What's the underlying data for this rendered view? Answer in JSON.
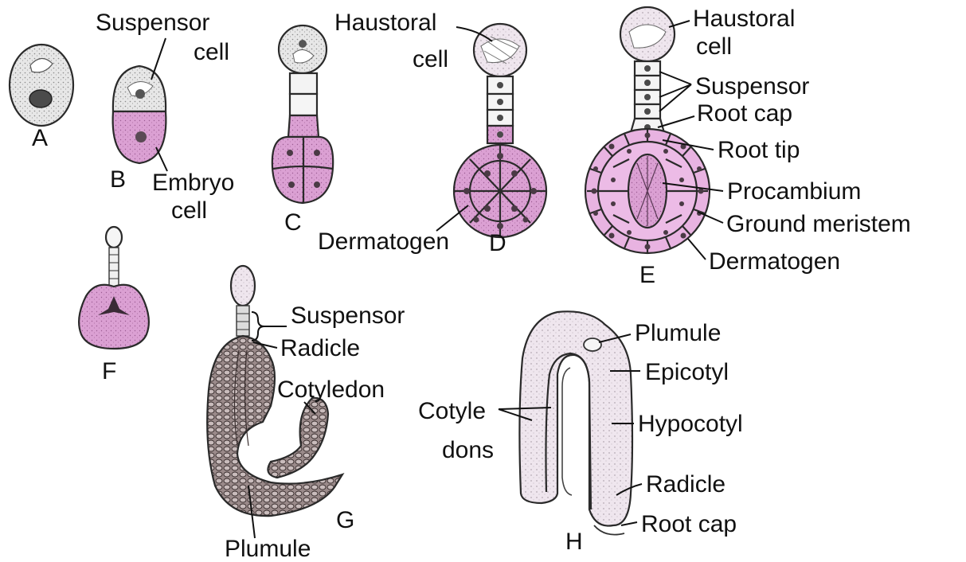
{
  "colors": {
    "embryo_pink": "#d99bd0",
    "embryo_pink_light": "#ecc3e6",
    "cell_gray": "#d6d6d6",
    "cell_light": "#f1f1f1",
    "nucleus": "#5a4a55",
    "outline": "#2a2a2a",
    "background": "#ffffff"
  },
  "panels": {
    "A": "A",
    "B": "B",
    "C": "C",
    "D": "D",
    "E": "E",
    "F": "F",
    "G": "G",
    "H": "H"
  },
  "labels": {
    "b_suspensor_1": "Suspensor",
    "b_suspensor_2": "cell",
    "b_embryo_1": "Embryo",
    "b_embryo_2": "cell",
    "d_haustoral_1": "Haustoral",
    "d_haustoral_2": "cell",
    "d_dermatogen": "Dermatogen",
    "e_haustoral_1": "Haustoral",
    "e_haustoral_2": "cell",
    "e_suspensor": "Suspensor",
    "e_root_cap": "Root cap",
    "e_root_tip": "Root tip",
    "e_procambium": "Procambium",
    "e_ground_meristem": "Ground meristem",
    "e_dermatogen": "Dermatogen",
    "g_suspensor": "Suspensor",
    "g_radicle": "Radicle",
    "g_cotyledon": "Cotyledon",
    "g_plumule": "Plumule",
    "h_plumule": "Plumule",
    "h_epicotyl": "Epicotyl",
    "h_cotyledons_1": "Cotyle",
    "h_cotyledons_2": "dons",
    "h_hypocotyl": "Hypocotyl",
    "h_radicle": "Radicle",
    "h_root_cap": "Root cap"
  }
}
